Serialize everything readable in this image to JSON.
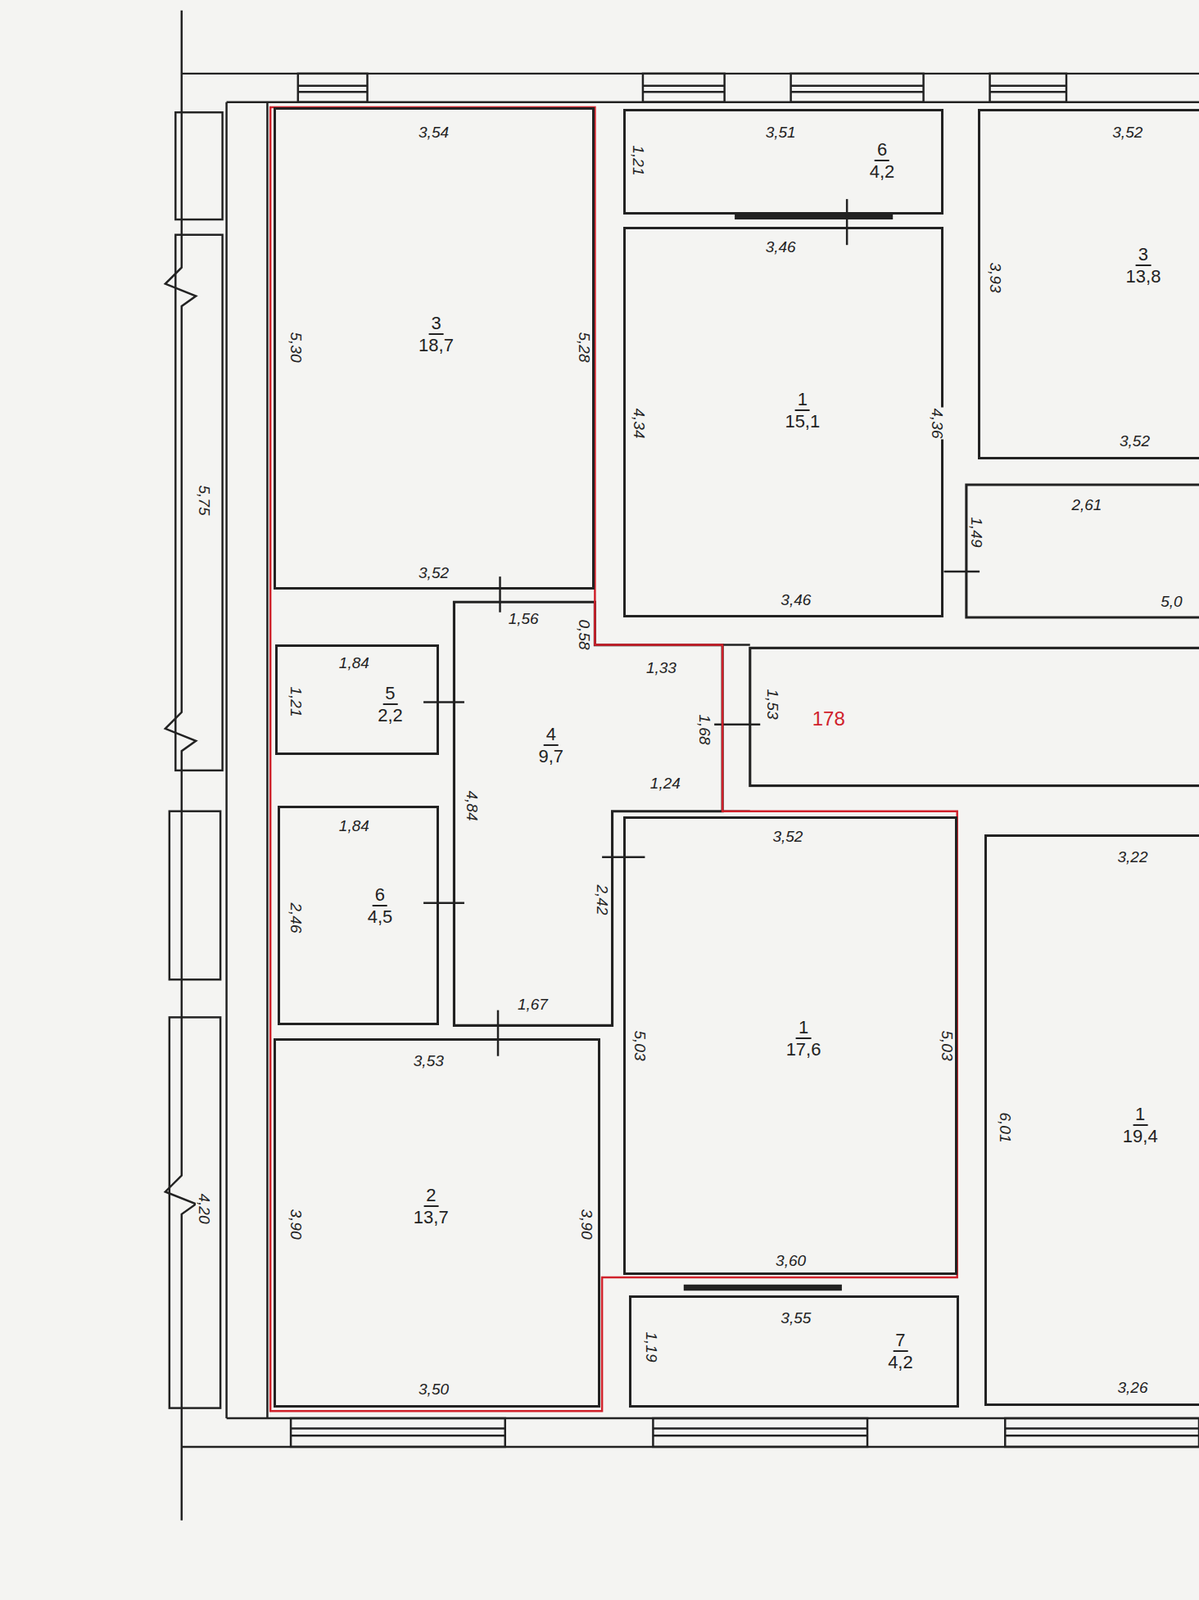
{
  "diagram": {
    "nodes": [
      {
        "text": [
          "3",
          "18,7"
        ]
      },
      {
        "text": [
          "6",
          "4,2"
        ]
      },
      {
        "text": [
          "3",
          "13,8"
        ]
      },
      {
        "text": [
          "1",
          "15,1"
        ]
      },
      {
        "text": [
          "5",
          "2,2"
        ]
      },
      {
        "text": [
          "4",
          "9,7"
        ]
      },
      {
        "text": [
          "6",
          "4,5"
        ]
      },
      {
        "text": [
          "1",
          "17,6"
        ]
      },
      {
        "text": [
          "1",
          "19,4"
        ]
      },
      {
        "text": [
          "2",
          "13,7"
        ]
      },
      {
        "text": [
          "7",
          "4,2"
        ]
      }
    ],
    "labels": [
      "5,75",
      "4,20",
      "3,54",
      "5,30",
      "5,28",
      "3,52",
      "1,56",
      "0,58",
      "1,33",
      "1,68",
      "1,53",
      "178",
      "1,24",
      "1,84",
      "1,21",
      "4,84",
      "1,84",
      "2,46",
      "2,42",
      "1,67",
      "3,53",
      "3,90",
      "3,90",
      "3,50",
      "3,52",
      "5,03",
      "5,03",
      "3,60",
      "3,55",
      "1,19",
      "3,51",
      "1,21",
      "3,46",
      "4,34",
      "4,36",
      "3,46",
      "3,52",
      "3,93",
      "3,52",
      "2,61",
      "1,49",
      "5,0",
      "3,22",
      "6,01",
      "3,26"
    ]
  }
}
